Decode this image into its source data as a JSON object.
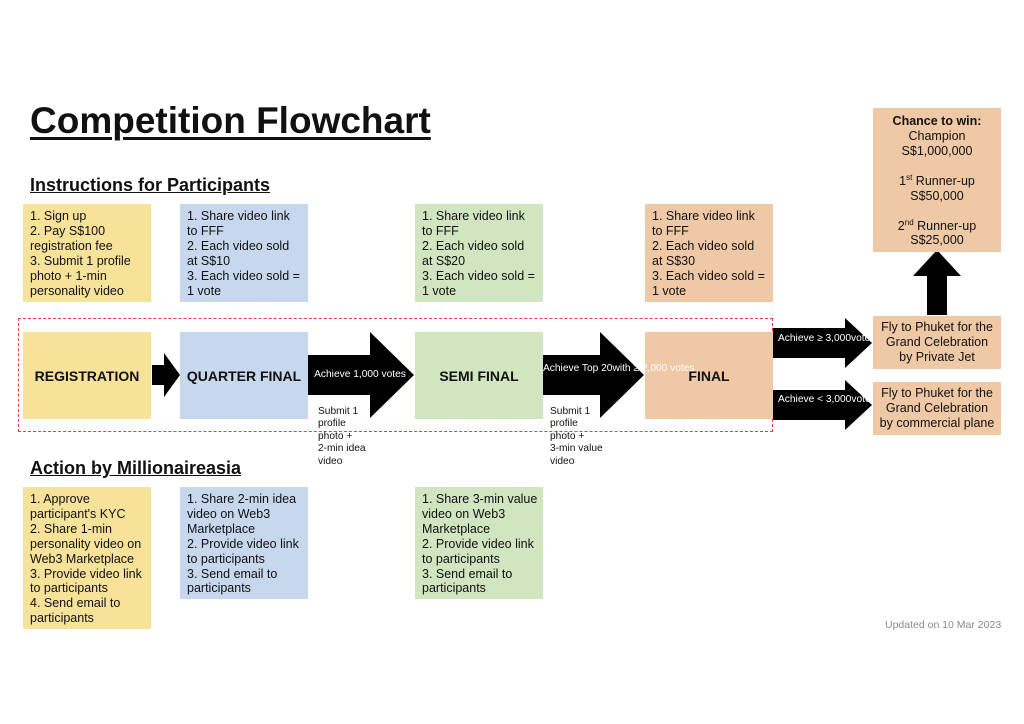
{
  "title": "Competition Flowchart",
  "participants_heading": "Instructions for Participants",
  "action_heading": "Action by Millionaireasia",
  "instructions": {
    "registration": [
      "1. Sign up",
      "2. Pay S$100",
      "registration fee",
      "3. Submit 1 profile",
      "photo + 1-min",
      "personality video"
    ],
    "quarter_final": [
      "1. Share video link",
      "to FFF",
      "2. Each video sold",
      "at S$10",
      "3. Each video sold =",
      "1 vote"
    ],
    "semi_final": [
      "1. Share video link",
      "to FFF",
      "2. Each video sold",
      "at S$20",
      "3. Each video sold =",
      "1 vote"
    ],
    "final": [
      "1. Share video link",
      "to FFF",
      "2. Each video sold",
      "at S$30",
      "3. Each video sold =",
      "1 vote"
    ]
  },
  "stages": {
    "registration": "REGISTRATION",
    "quarter_final": "QUARTER FINAL",
    "semi_final": "SEMI FINAL",
    "final": "FINAL"
  },
  "arrows": {
    "to_semi": [
      "Achieve 1,000 votes"
    ],
    "to_final": [
      "Achieve Top 20",
      "with ≥ 2,000 votes"
    ],
    "to_private_jet": [
      "Achieve ≥ 3,000",
      "votes"
    ],
    "to_commercial": [
      "Achieve < 3,000",
      "votes"
    ]
  },
  "submit_notes": {
    "after_quarter": [
      "Submit 1",
      "profile",
      "photo +",
      "2-min idea",
      "video"
    ],
    "after_semi": [
      "Submit 1",
      "profile",
      "photo +",
      "3-min value",
      "video"
    ]
  },
  "outcomes": {
    "private_jet": [
      "Fly to Phuket for the",
      "Grand Celebration",
      "by Private Jet"
    ],
    "commercial": [
      "Fly to Phuket for the",
      "Grand Celebration",
      "by commercial plane"
    ]
  },
  "prizes": {
    "heading": "Chance to win:",
    "champion_label": "Champion",
    "champion_amount": "S$1,000,000",
    "first_prefix": "1",
    "first_sup": "st",
    "first_suffix": " Runner-up",
    "first_amount": "S$50,000",
    "second_prefix": "2",
    "second_sup": "nd",
    "second_suffix": " Runner-up",
    "second_amount": "S$25,000"
  },
  "actions": {
    "registration": [
      "1. Approve",
      "participant's KYC",
      "2. Share 1-min",
      "personality video on",
      "Web3 Marketplace",
      "3. Provide video link",
      "to participants",
      "4. Send email to",
      "participants"
    ],
    "quarter_final": [
      "1. Share 2-min idea",
      "video on Web3",
      "Marketplace",
      "2. Provide video link",
      "to participants",
      "3. Send email to",
      "participants"
    ],
    "semi_final": [
      "1. Share 3-min value",
      "video on Web3",
      "Marketplace",
      "2. Provide video link",
      "to participants",
      "3. Send email to",
      "participants"
    ]
  },
  "updated": "Updated on 10 Mar 2023",
  "colors": {
    "yellow": "#f7e29a",
    "blue": "#c7d7ee",
    "green": "#d1e5c1",
    "orange": "#efc8a6",
    "arrow": "#000000",
    "dashed_border": "#e04040"
  }
}
